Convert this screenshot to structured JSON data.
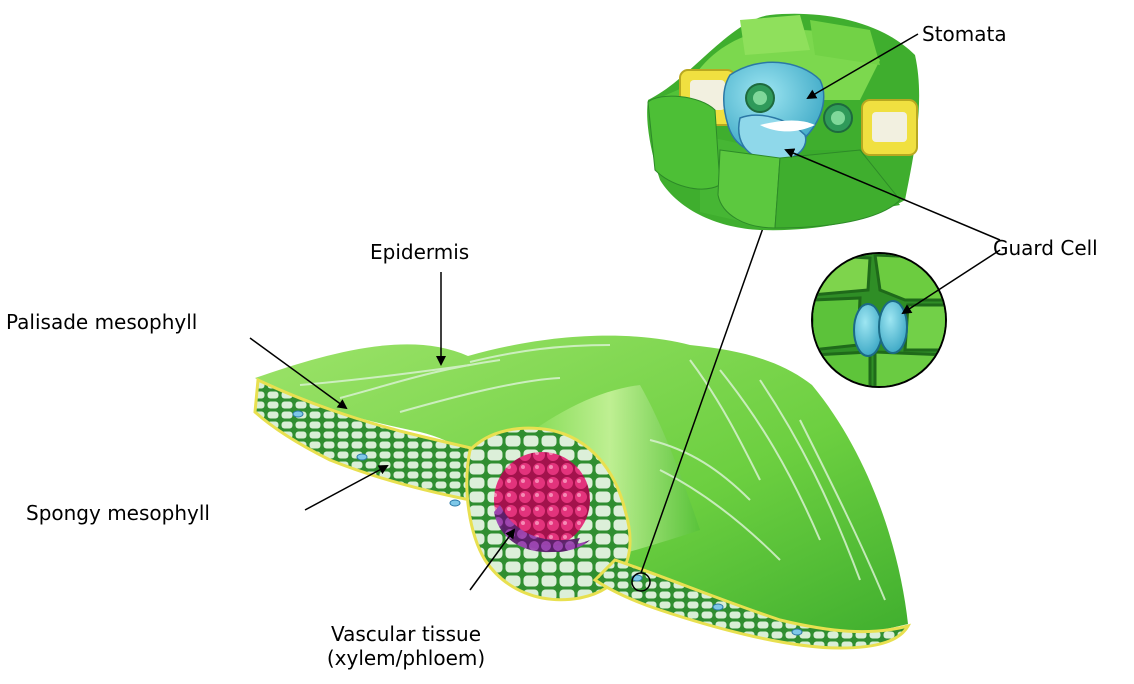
{
  "labels": {
    "stomata": "Stomata",
    "guard_cell": "Guard Cell",
    "epidermis": "Epidermis",
    "palisade": "Palisade mesophyll",
    "spongy": "Spongy mesophyll",
    "vascular_line1": "Vascular tissue",
    "vascular_line2": "(xylem/phloem)"
  },
  "colors": {
    "leaf_light": "#8fdc5a",
    "leaf_mid": "#5cc83a",
    "leaf_dark": "#2e9a2a",
    "vein": "#cfeed0",
    "cell_fill": "#d8ecd6",
    "cell_edge": "#3a8a3a",
    "epidermis_edge": "#e8e050",
    "xylem": "#d8206a",
    "phloem": "#8a3a9a",
    "guard_cell": "#58c0d8",
    "subsidiary_yellow": "#f0e040",
    "arrow": "#000000"
  }
}
